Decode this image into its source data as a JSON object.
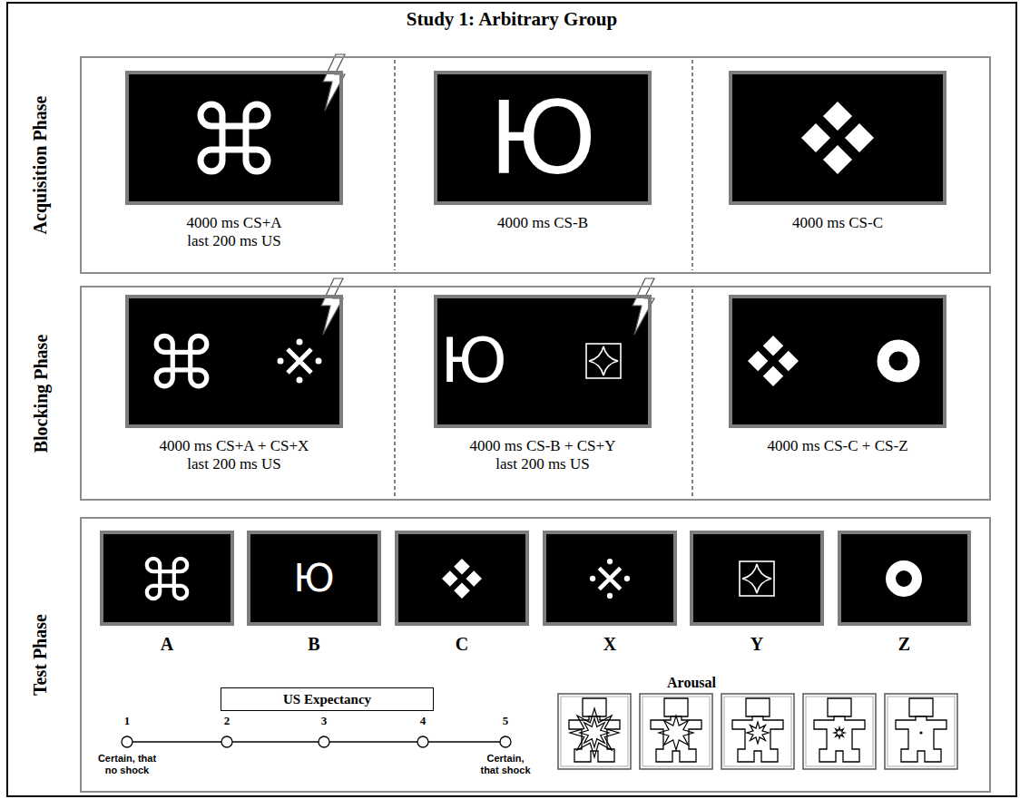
{
  "diagram": {
    "title": "Study 1: Arbitrary Group",
    "nodes": [
      {
        "text": [
          "Acquisition Phase"
        ]
      },
      {
        "text": [
          "4000 ms CS+A last 200 ms US"
        ],
        "in": 0
      },
      {
        "text": [
          "Ю",
          "4000 ms CS-B"
        ],
        "in": 0
      },
      {
        "text": [
          "4000 ms CS-C"
        ],
        "in": 0
      },
      {
        "text": [
          "Blocking Phase"
        ]
      },
      {
        "text": [
          "4000 ms CS+A + CS+X last 200 ms US"
        ],
        "in": 4
      },
      {
        "text": [
          "Ю",
          "4000 ms CS-B + CS+Y last 200 ms US"
        ],
        "in": 4
      },
      {
        "text": [
          "4000 ms CS-C + CS-Z"
        ],
        "in": 4
      },
      {
        "text": [
          "Test Phase"
        ]
      },
      {
        "text": [
          "A"
        ],
        "in": 8
      },
      {
        "text": [
          "Ю",
          "B"
        ],
        "in": 8
      },
      {
        "text": [
          "C"
        ],
        "in": 8
      },
      {
        "text": [
          "X"
        ],
        "in": 8
      },
      {
        "text": [
          "Y"
        ],
        "in": 8
      },
      {
        "text": [
          "Z"
        ],
        "in": 8
      },
      {
        "text": [
          "US Expectancy"
        ],
        "in": 8
      }
    ],
    "labels": [
      "1",
      "2",
      "3",
      "4",
      "5",
      "Certain, that no shock",
      "Certain, that shock",
      "Arousal"
    ]
  }
}
